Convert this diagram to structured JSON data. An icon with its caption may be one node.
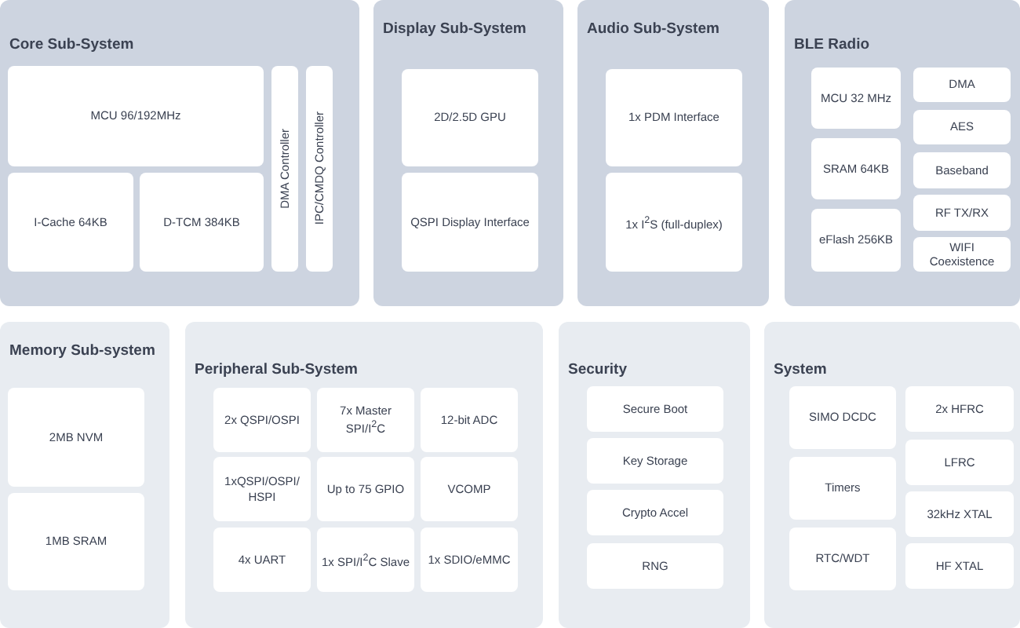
{
  "diagram": {
    "nodes": [
      {
        "text": [
          "Core Sub-System"
        ]
      },
      {
        "text": [
          "MCU 96/192MHz"
        ],
        "in": 0
      },
      {
        "text": [
          "I-Cache 64KB"
        ],
        "in": 0
      },
      {
        "text": [
          "D-TCM 384KB"
        ],
        "in": 0
      },
      {
        "text": [
          "DMA Controller"
        ],
        "in": 0
      },
      {
        "text": [
          "IPC/CMDQ Controller"
        ],
        "in": 0
      },
      {
        "text": [
          "Display Sub-System"
        ]
      },
      {
        "text": [
          "2D/2.5D GPU"
        ],
        "in": 6
      },
      {
        "text": [
          "QSPI Display Interface"
        ],
        "in": 6
      },
      {
        "text": [
          "Audio Sub-System"
        ]
      },
      {
        "text": [
          "1x PDM Interface"
        ],
        "in": 9
      },
      {
        "text": [
          "1x I$^{2}$S (full-duplex)"
        ],
        "in": 9
      },
      {
        "text": [
          "BLE Radio"
        ]
      },
      {
        "text": [
          "MCU 32 MHz"
        ],
        "in": 12
      },
      {
        "text": [
          "SRAM 64KB"
        ],
        "in": 12
      },
      {
        "text": [
          "eFlash 256KB"
        ],
        "in": 12
      },
      {
        "text": [
          "DMA"
        ],
        "in": 12
      },
      {
        "text": [
          "AES"
        ],
        "in": 12
      },
      {
        "text": [
          "Baseband"
        ],
        "in": 12
      },
      {
        "text": [
          "RF TX/RX"
        ],
        "in": 12
      },
      {
        "text": [
          "WIFI Coexistence"
        ],
        "in": 12
      },
      {
        "text": [
          "Memory Sub-system"
        ]
      },
      {
        "text": [
          "2MB NVM"
        ],
        "in": 21
      },
      {
        "text": [
          "1MB SRAM"
        ],
        "in": 21
      },
      {
        "text": [
          "Peripheral Sub-System"
        ]
      },
      {
        "text": [
          "2x QSPI/OSPI"
        ],
        "in": 24
      },
      {
        "text": [
          "7x Master SPI/I$^{2}$C"
        ],
        "in": 24
      },
      {
        "text": [
          "12-bit ADC"
        ],
        "in": 24
      },
      {
        "text": [
          "1xQSPI/OSPI/ HSPI"
        ],
        "in": 24
      },
      {
        "text": [
          "Up to 75 GPIO"
        ],
        "in": 24
      },
      {
        "text": [
          "VCOMP"
        ],
        "in": 24
      },
      {
        "text": [
          "4x UART"
        ],
        "in": 24
      },
      {
        "text": [
          "1x SPI/I$^{2}$C Slave"
        ],
        "in": 24
      },
      {
        "text": [
          "1x SDIO/eMMC"
        ],
        "in": 24
      },
      {
        "text": [
          "Security"
        ]
      },
      {
        "text": [
          "Secure Boot"
        ],
        "in": 34
      },
      {
        "text": [
          "Key Storage"
        ],
        "in": 34
      },
      {
        "text": [
          "Crypto Accel"
        ],
        "in": 34
      },
      {
        "text": [
          "RNG"
        ],
        "in": 34
      },
      {
        "text": [
          "System"
        ]
      },
      {
        "text": [
          "SIMO DCDC"
        ],
        "in": 39
      },
      {
        "text": [
          "Timers"
        ],
        "in": 39
      },
      {
        "text": [
          "RTC/WDT"
        ],
        "in": 39
      },
      {
        "text": [
          "2x HFRC"
        ],
        "in": 39
      },
      {
        "text": [
          "LFRC"
        ],
        "in": 39
      },
      {
        "text": [
          "32kHz XTAL"
        ],
        "in": 39
      },
      {
        "text": [
          "HF XTAL"
        ],
        "in": 39
      }
    ]
  }
}
